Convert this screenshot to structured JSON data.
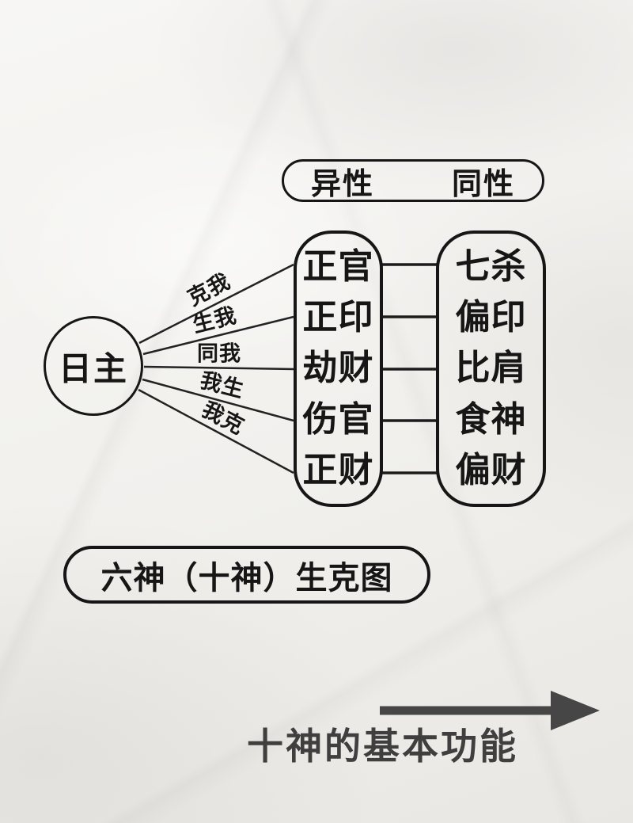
{
  "colors": {
    "ink": "#161616",
    "arrow": "#464646",
    "paper": "#f3f2ef"
  },
  "header": {
    "left": "异性",
    "right": "同性"
  },
  "day_master": {
    "label": "日主"
  },
  "relations": [
    {
      "relation": "克我",
      "yi_xing": "正官",
      "tong_xing": "七杀"
    },
    {
      "relation": "生我",
      "yi_xing": "正印",
      "tong_xing": "偏印"
    },
    {
      "relation": "同我",
      "yi_xing": "劫财",
      "tong_xing": "比肩"
    },
    {
      "relation": "我生",
      "yi_xing": "伤官",
      "tong_xing": "食神"
    },
    {
      "relation": "我克",
      "yi_xing": "正财",
      "tong_xing": "偏财"
    }
  ],
  "caption": {
    "label": "六神（十神）生克图"
  },
  "footer": {
    "label": "十神的基本功能"
  }
}
